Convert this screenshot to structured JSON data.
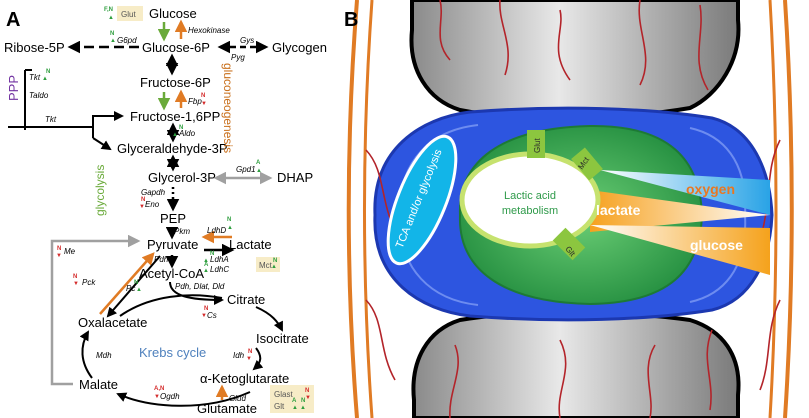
{
  "panel_a": {
    "label": "A",
    "metabolites": {
      "glucose": "Glucose",
      "glucose6p": "Glucose-6P",
      "ribose5p": "Ribose-5P",
      "glycogen": "Glycogen",
      "fructose6p": "Fructose-6P",
      "fructose16pp": "Fructose-1,6PP",
      "glyceraldehyde3p": "Glyceraldehyde-3P",
      "glycerol3p": "Glycerol-3P",
      "dhap": "DHAP",
      "pep": "PEP",
      "pyruvate": "Pyruvate",
      "lactate": "Lactate",
      "acetylcoa": "Acetyl-CoA",
      "citrate": "Citrate",
      "oxalacetate": "Oxalacetate",
      "isocitrate": "Isocitrate",
      "malate": "Malate",
      "aketoglutarate": "α-Ketoglutarate",
      "glutamate": "Glutamate"
    },
    "pathways": {
      "ppp": "PPP",
      "gluconeogenesis": "gluconeogenesis",
      "glycolysis": "glycolysis",
      "krebs": "Krebs cycle"
    },
    "transporters": {
      "glut": "Glut",
      "mct": "Mct",
      "glast": "Glast",
      "glt": "Glt"
    },
    "enzymes": {
      "g6pd": "G6pd",
      "hexokinase": "Hexokinase",
      "gys": "Gys",
      "pyg": "Pyg",
      "tkt1": "Tkt",
      "taldo": "Taldo",
      "tkt2": "Tkt",
      "fbp": "Fbp",
      "aldo": "Aldo",
      "gpd1": "Gpd1",
      "gapdh": "Gapdh",
      "eno": "Eno",
      "pkm": "Pkm",
      "ldhd": "LdhD",
      "ldha": "LdhA",
      "ldhc": "LdhC",
      "pdh": "Pdh",
      "me": "Me",
      "pck": "Pck",
      "pc": "Pc",
      "pdh_dlat_dld": "Pdh, Dlat, Dld",
      "cs": "Cs",
      "mdh": "Mdh",
      "idh": "Idh",
      "ogdh": "Ogdh",
      "glud": "Glud"
    },
    "markers": {
      "glut": "F,N",
      "g6pd": "N",
      "tkt": "N",
      "fbp": "N",
      "aldo": "N",
      "gpd1": "A",
      "eno": "N",
      "ldhd": "N",
      "ldha": "N",
      "ldhc": "A",
      "mct": "N",
      "me": "N",
      "pck": "N",
      "pc": "N",
      "cs": "N",
      "idh": "N",
      "ogdh": "A,N",
      "glast": "N",
      "glt_a": "A",
      "glt_n": "N"
    }
  },
  "panel_b": {
    "label": "B",
    "labels": {
      "tca": "TCA and/or glycolysis",
      "lactic1": "Lactic acid",
      "lactic2": "metabolism",
      "oxygen": "oxygen",
      "lactate": "lactate",
      "glucose": "glucose",
      "glut": "Glut",
      "mct": "Mct",
      "glt": "Glt"
    }
  },
  "colors": {
    "green_arrow": "#6aaa3a",
    "orange_arrow": "#e07b24",
    "gray_arrow": "#a0a0a0",
    "up_green": "#2e9e3e",
    "down_red": "#d42a2a",
    "ppp_purple": "#7030a0",
    "gluconeogenesis": "#c96f1b",
    "glycolysis": "#6aaa3a",
    "krebs": "#4f81bd",
    "annulus_blue": "#2d55e0",
    "nucleus_green": "#2f9a4a",
    "oxygen": "#e87722",
    "lactate_grad": "#f39a22",
    "glucose_grad": "#f5a623",
    "tca_cyan": "#12b5e8",
    "cell_border": "#c6e26e"
  }
}
